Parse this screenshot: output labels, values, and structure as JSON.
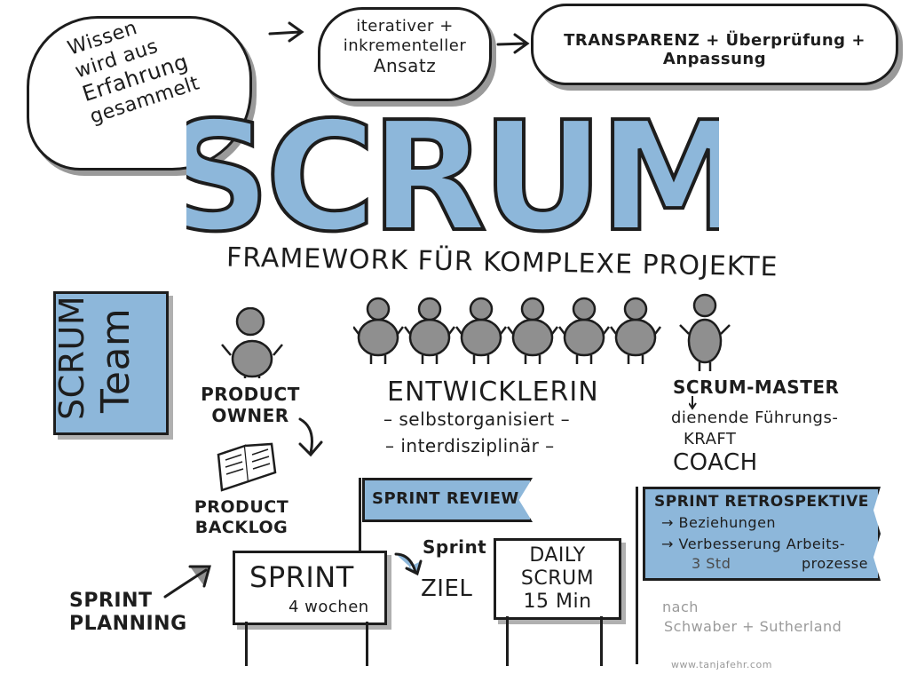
{
  "top": {
    "cloud_left_lines": [
      "Wissen",
      "wird aus",
      "Erfahrung",
      "gesammelt"
    ],
    "cloud_mid_lines": [
      "iterativer",
      "+",
      "inkrementeller",
      "Ansatz"
    ],
    "cloud_right": "TRANSPARENZ + Überprüfung + Anpassung"
  },
  "title": {
    "main": "SCRUM",
    "subtitle": "FRAMEWORK FÜR KOMPLEXE PROJEKTE"
  },
  "team_banner": {
    "line1": "SCRUM",
    "line2": "Team"
  },
  "roles": {
    "product_owner_lines": [
      "PRODUCT",
      "OWNER"
    ],
    "product_backlog_lines": [
      "PRODUCT",
      "BACKLOG"
    ],
    "developers": "ENTWICKLERIN",
    "dev_attr1": "– selbstorganisiert –",
    "dev_attr2": "– interdisziplinär –",
    "scrum_master": "SCRUM-MASTER",
    "sm_line1": "dienende Führungs-",
    "sm_line2": "KRAFT",
    "sm_line3": "COACH"
  },
  "events": {
    "sprint_planning_lines": [
      "SPRINT",
      "PLANNING"
    ],
    "sprint_main": "SPRINT",
    "sprint_sub": "4 wochen",
    "sprint_review": "SPRINT REVIEW",
    "sprint_ziel_line1": "Sprint",
    "sprint_ziel_line2": "ZIEL",
    "daily_lines": [
      "DAILY",
      "SCRUM",
      "15 Min"
    ],
    "retro_title": "SPRINT RETROSPEKTIVE",
    "retro_item1": "→ Beziehungen",
    "retro_item2": "→ Verbesserung Arbeits-",
    "retro_item2b": "prozesse",
    "retro_time": "3 Std"
  },
  "credits": {
    "line1": "nach",
    "line2": "Schwaber + Sutherland",
    "url": "www.tanjafehr.com"
  },
  "colors": {
    "accent_blue": "#8db7da",
    "ink": "#1d1d1d",
    "person_gray": "#8f8f8f",
    "shadow_gray": "#b0b0b0"
  }
}
